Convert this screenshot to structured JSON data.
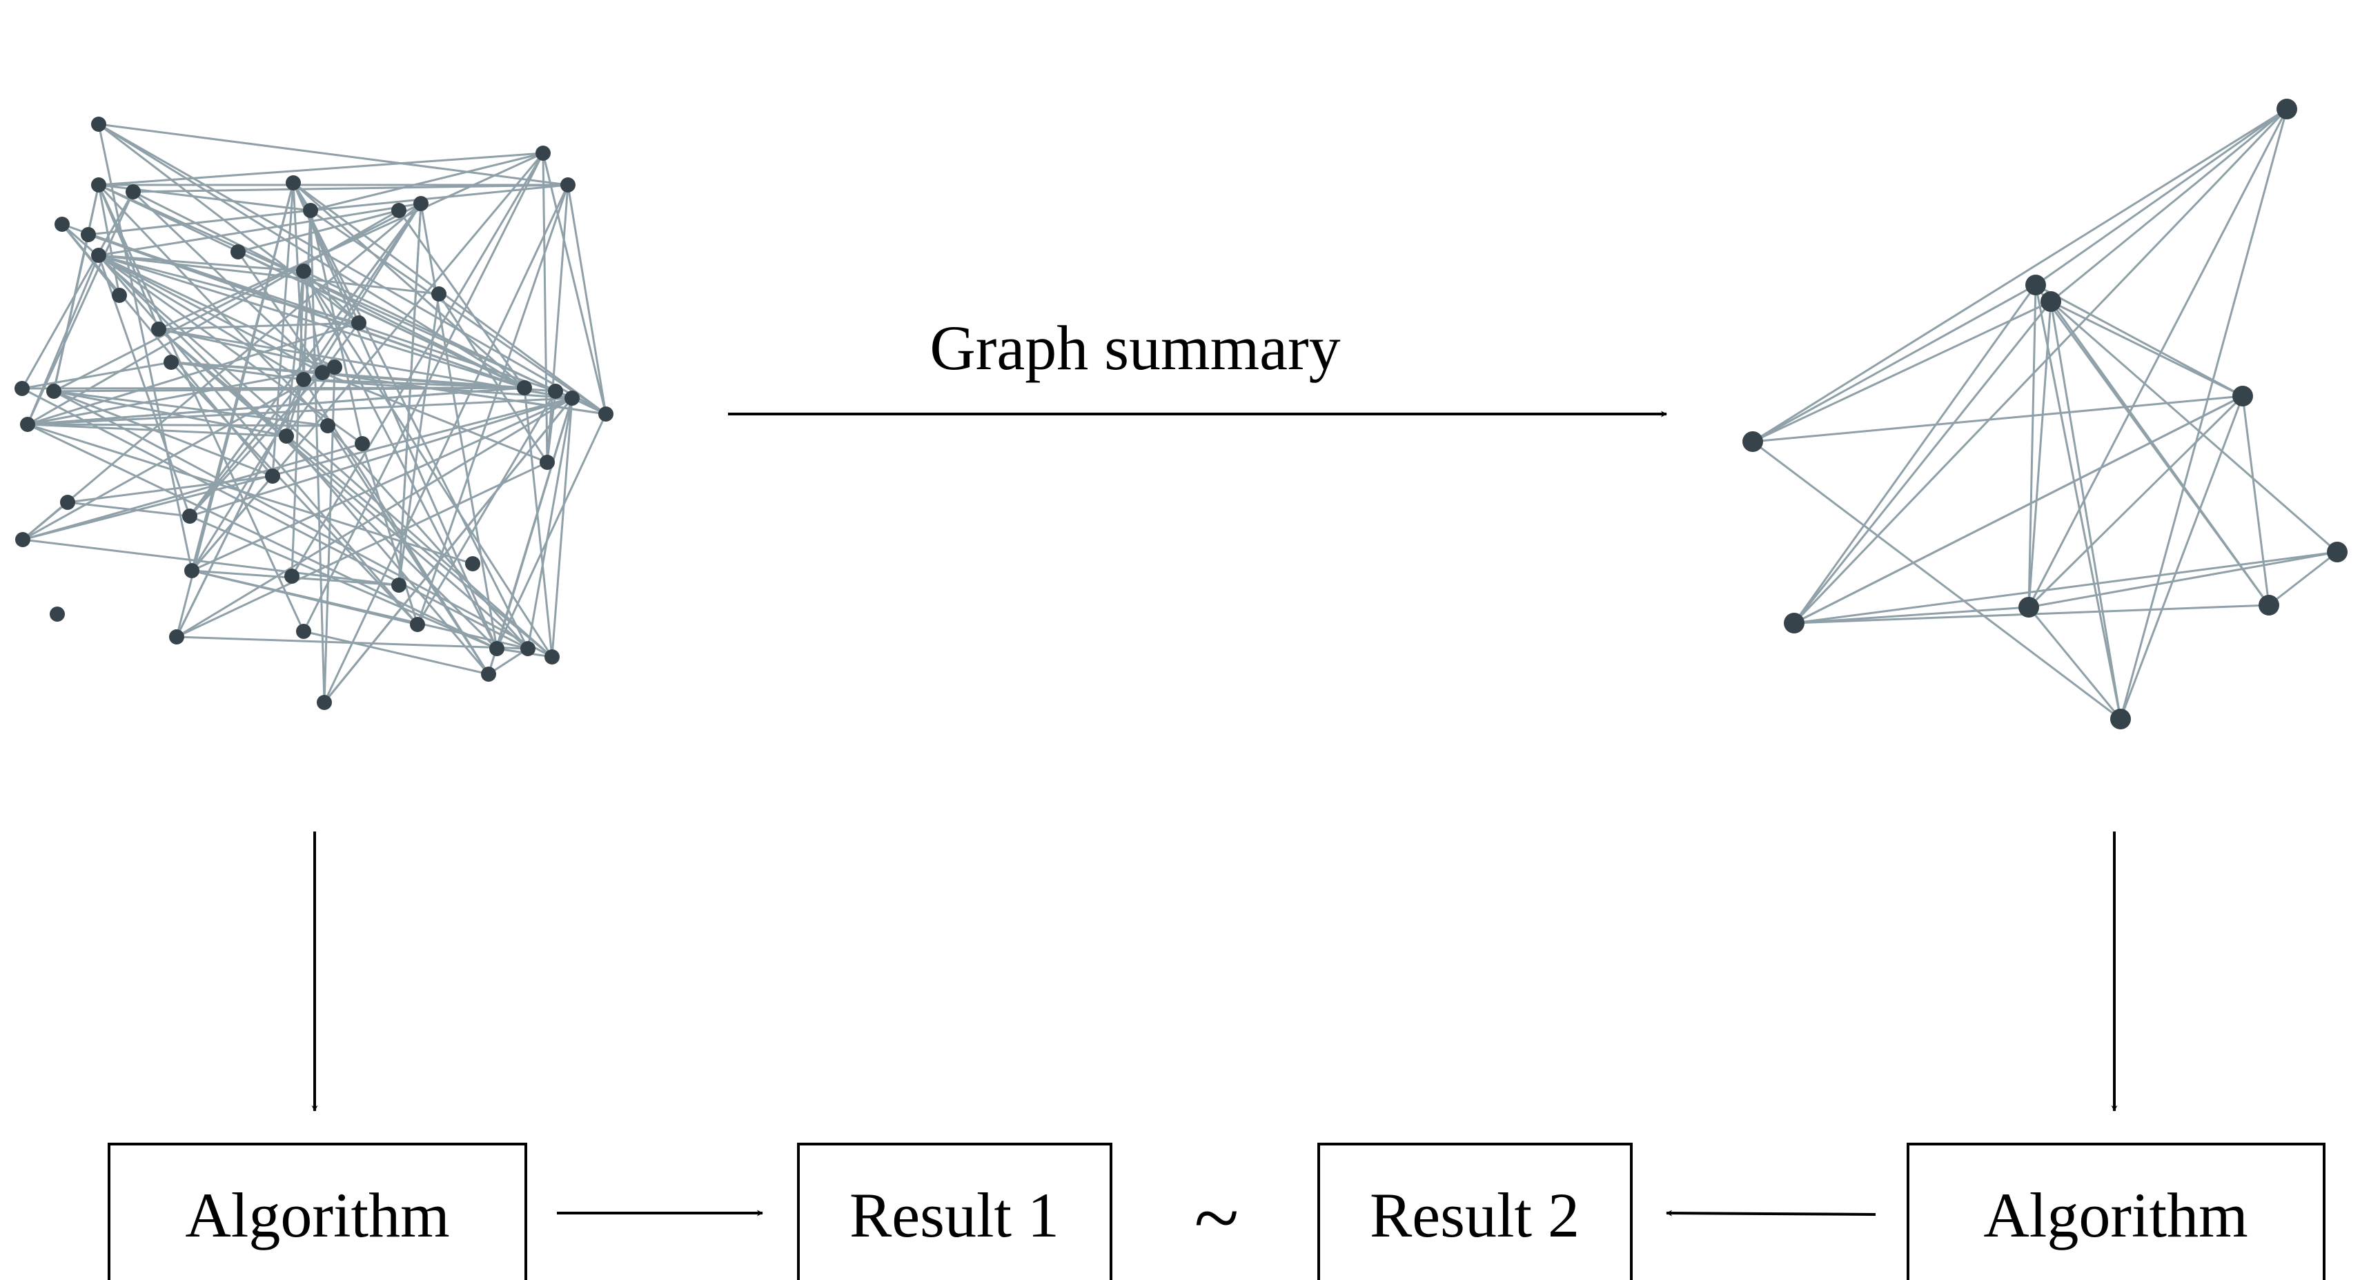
{
  "labels": {
    "graph_summary": "Graph summary",
    "algorithm_left": "Algorithm",
    "algorithm_right": "Algorithm",
    "result_1": "Result 1",
    "result_2": "Result 2",
    "similarity_symbol": "~"
  },
  "colors": {
    "node": "#37434b",
    "edge": "#8fa0a8",
    "line": "#000000"
  }
}
